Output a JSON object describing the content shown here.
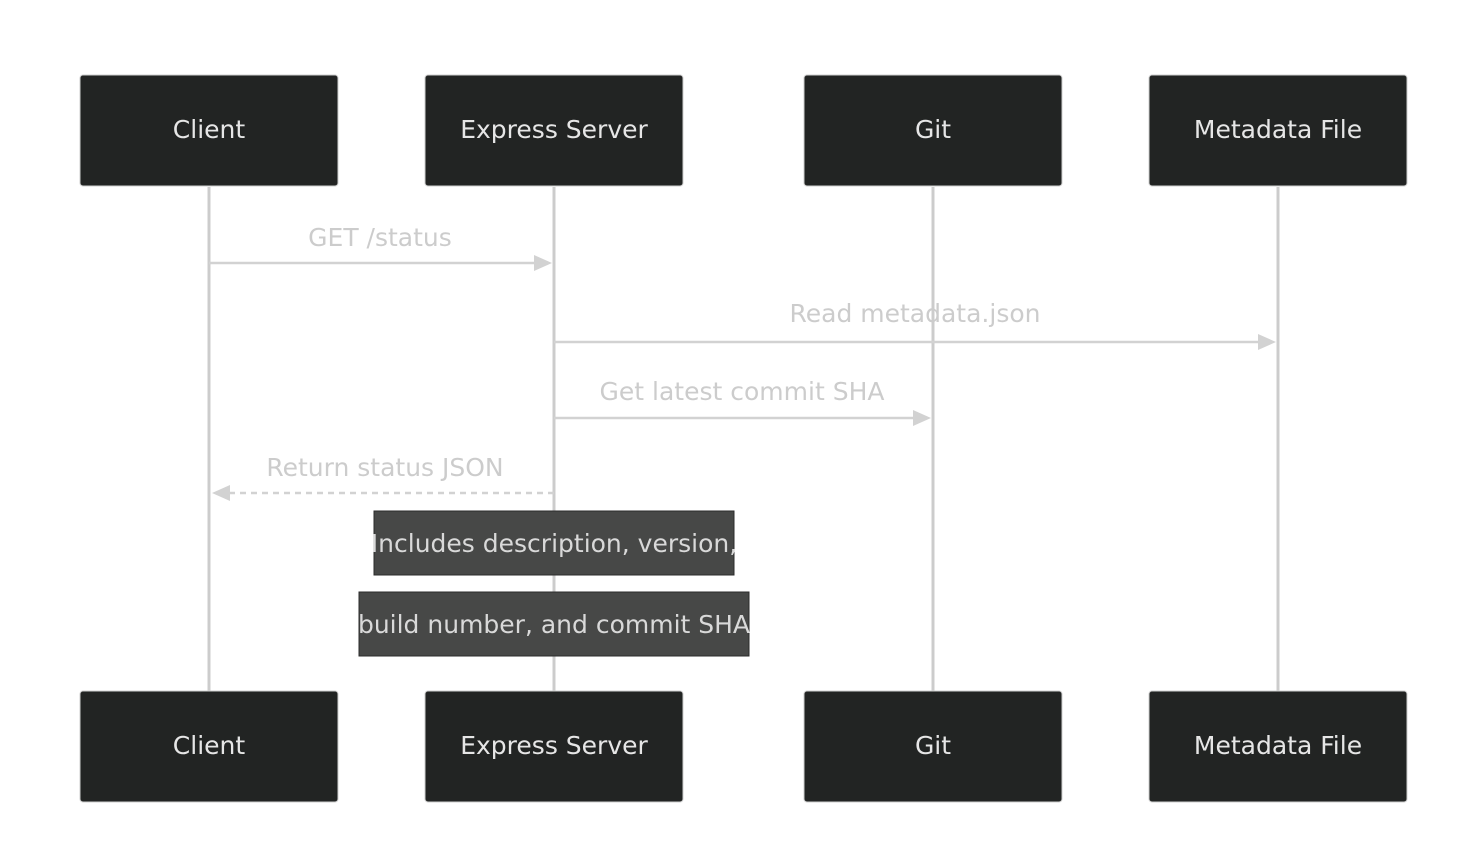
{
  "participants": [
    {
      "id": "client",
      "label": "Client"
    },
    {
      "id": "express",
      "label": "Express Server"
    },
    {
      "id": "git",
      "label": "Git"
    },
    {
      "id": "metadata",
      "label": "Metadata File"
    }
  ],
  "messages": [
    {
      "from": "client",
      "to": "express",
      "label": "GET /status",
      "style": "solid"
    },
    {
      "from": "express",
      "to": "metadata",
      "label": "Read metadata.json",
      "style": "solid"
    },
    {
      "from": "express",
      "to": "git",
      "label": "Get latest commit SHA",
      "style": "solid"
    },
    {
      "from": "express",
      "to": "client",
      "label": "Return status JSON",
      "style": "dashed"
    }
  ],
  "note": {
    "over": "express",
    "lines": [
      "Includes description, version,",
      "build number, and commit SHA"
    ]
  },
  "colors": {
    "actor_fill": "#222423",
    "lifeline": "#cccccc",
    "message": "#d2d2d2",
    "note_fill": "#474847"
  }
}
